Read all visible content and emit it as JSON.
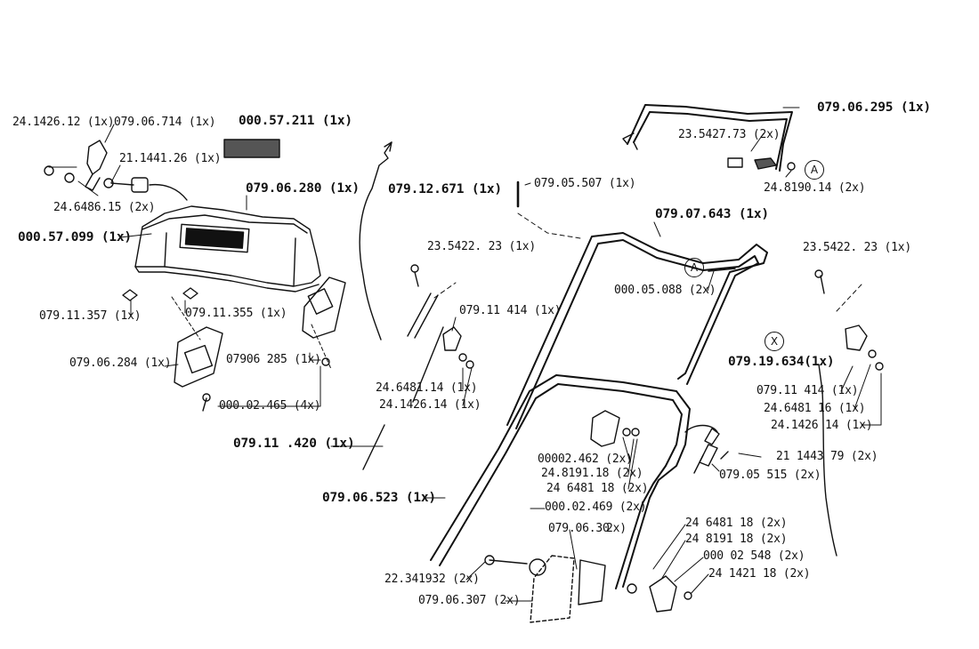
{
  "diagram": {
    "callout_letters": [
      "A",
      "A",
      "X"
    ],
    "parts": [
      {
        "label": "24.1426.12  (1x)"
      },
      {
        "label": "079.06.714  (1x)"
      },
      {
        "label": "000.57.211  (1x)"
      },
      {
        "label": "079.06.295 (1x)"
      },
      {
        "label": "21.1441.26  (1x)"
      },
      {
        "label": "23.5427.73  (2x)"
      },
      {
        "label": "079.06.280  (1x)"
      },
      {
        "label": "079.12.671  (1x)"
      },
      {
        "label": "079.05.507  (1x)"
      },
      {
        "label": "24.8190.14  (2x)"
      },
      {
        "label": "24.6486.15  (2x)"
      },
      {
        "label": "000.57.099  (1x)"
      },
      {
        "label": "079.07.643  (1x)"
      },
      {
        "label": "23.5422. 23  (1x)"
      },
      {
        "label": "23.5422. 23  (1x)"
      },
      {
        "label": "000.05.088  (2x)"
      },
      {
        "label": "079.11.357  (1x)"
      },
      {
        "label": "079.11.355  (1x)"
      },
      {
        "label": "079.11 414  (1x)"
      },
      {
        "label": "079.19.634(1x)"
      },
      {
        "label": "079.06.284  (1x)"
      },
      {
        "label": "07906 285  (1x)"
      },
      {
        "label": "079.11 414  (1x)"
      },
      {
        "label": "24.6481.14  (1x)"
      },
      {
        "label": "24.6481 16  (1x)"
      },
      {
        "label": "24.1426.14  (1x)"
      },
      {
        "label": "24.1426 14  (1x)"
      },
      {
        "label": "000.02.465  (4x)"
      },
      {
        "label": "079.11 .420  (1x)"
      },
      {
        "label": "00002.462  (2x)"
      },
      {
        "label": "21 1443 79  (2x)"
      },
      {
        "label": "24.8191.18  (2x)"
      },
      {
        "label": "079.05 515  (2x)"
      },
      {
        "label": "24 6481 18  (2x)"
      },
      {
        "label": "079.06.523  (1x)"
      },
      {
        "label": "000.02.469  (2x)"
      },
      {
        "label": "079.06.30"
      },
      {
        "label": "2x)"
      },
      {
        "label": "24 6481 18  (2x)"
      },
      {
        "label": "24 8191 18  (2x)"
      },
      {
        "label": "000 02 548  (2x)"
      },
      {
        "label": "22.341932  (2x)"
      },
      {
        "label": "24 1421 18  (2x)"
      },
      {
        "label": "079.06.307  (2x)"
      }
    ]
  }
}
